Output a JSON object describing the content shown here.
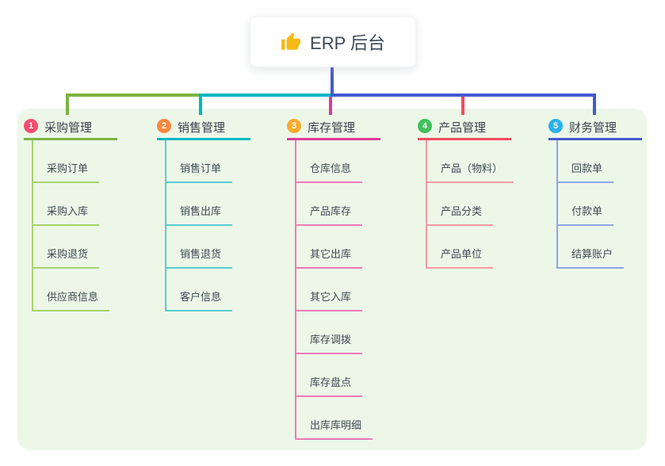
{
  "root": {
    "label": "ERP 后台",
    "icon": "thumbs-up-icon",
    "icon_color": "#f5b915"
  },
  "colors": {
    "canvas_bg": "#ffffff",
    "panel_bg": "#ecf7e8",
    "connector": "#4459cf",
    "title_text": "#39434d",
    "item_text": "#3e4a54"
  },
  "branches": [
    {
      "badge": "1",
      "badge_color": "#f2506e",
      "title": "采购管理",
      "line_color": "#7cb342",
      "sub_line_color": "#a5d46f",
      "items": [
        "采购订单",
        "采购入库",
        "采购退货",
        "供应商信息"
      ]
    },
    {
      "badge": "2",
      "badge_color": "#f9883f",
      "title": "销售管理",
      "line_color": "#00b7c2",
      "sub_line_color": "#59ccd2",
      "items": [
        "销售订单",
        "销售出库",
        "销售退货",
        "客户信息"
      ]
    },
    {
      "badge": "3",
      "badge_color": "#fbab30",
      "title": "库存管理",
      "line_color": "#e2399b",
      "sub_line_color": "#f07ab8",
      "items": [
        "仓库信息",
        "产品库存",
        "其它出库",
        "其它入库",
        "库存调拨",
        "库存盘点",
        "出库库明细"
      ]
    },
    {
      "badge": "4",
      "badge_color": "#41c05c",
      "title": "产品管理",
      "line_color": "#f44b5e",
      "sub_line_color": "#f89aa6",
      "items": [
        "产品（物料）",
        "产品分类",
        "产品单位"
      ]
    },
    {
      "badge": "5",
      "badge_color": "#29b2ef",
      "title": "财务管理",
      "line_color": "#4459cf",
      "sub_line_color": "#8ea6e8",
      "items": [
        "回款单",
        "付款单",
        "结算账户"
      ]
    }
  ]
}
